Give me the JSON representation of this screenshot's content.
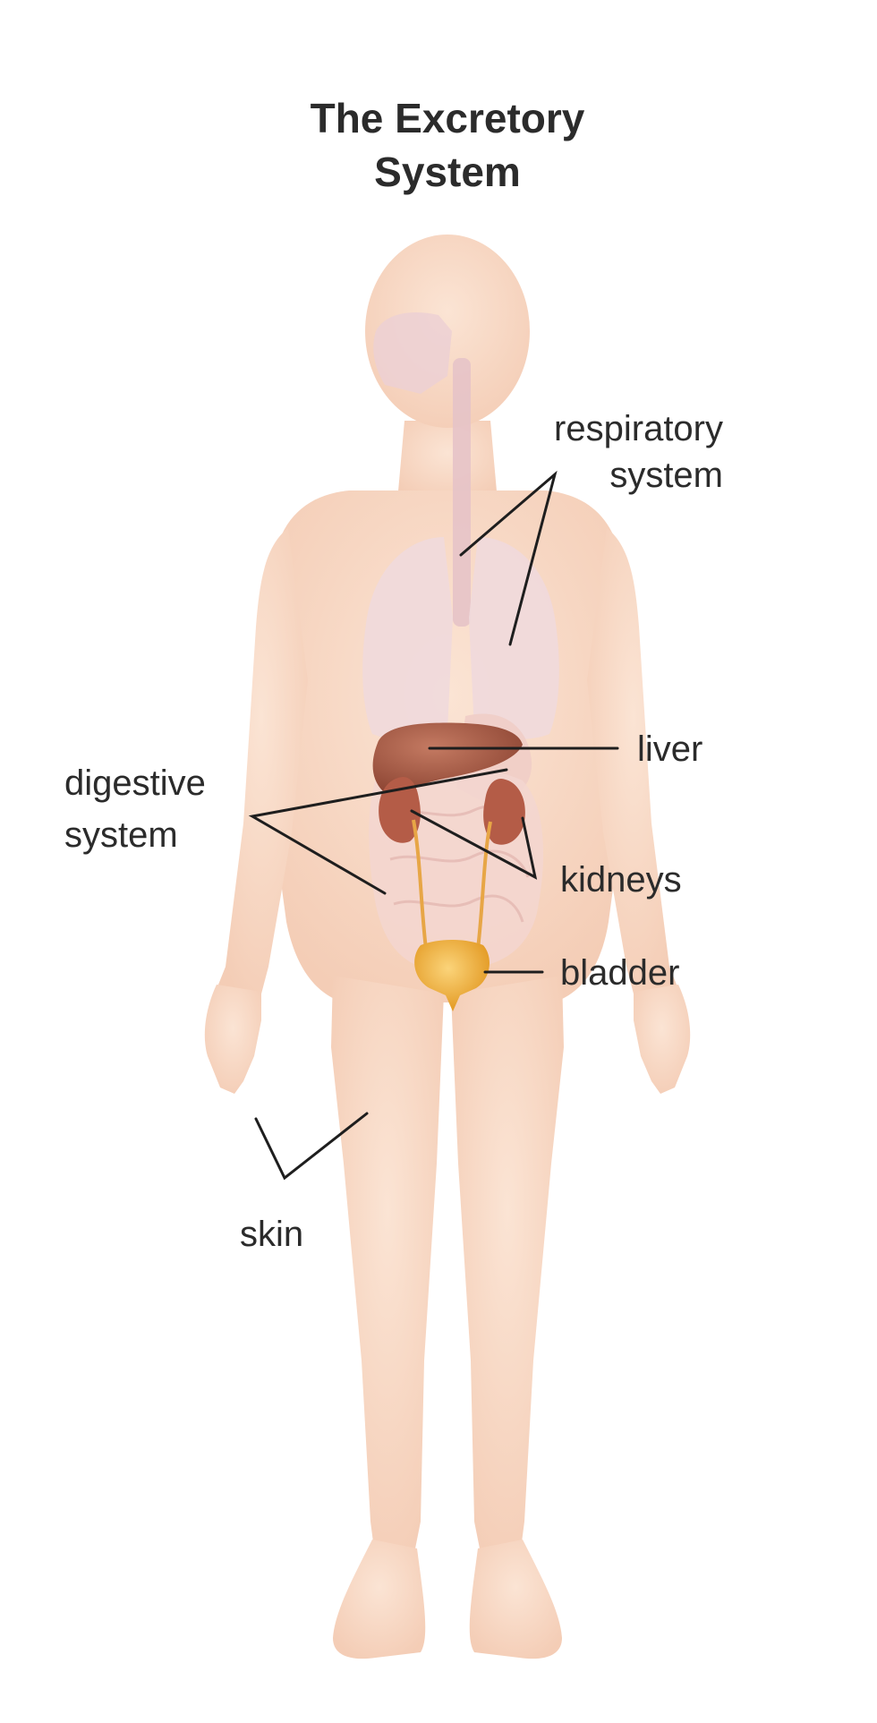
{
  "title": {
    "line1": "The Excretory",
    "line2": "System"
  },
  "labels": {
    "respiratory": {
      "line1": "respiratory",
      "line2": "system"
    },
    "liver": "liver",
    "digestive": {
      "line1": "digestive",
      "line2": "system"
    },
    "kidneys": "kidneys",
    "bladder": "bladder",
    "skin": "skin"
  },
  "colors": {
    "skin": "#f9dcc8",
    "skin_shade": "#f3c9b0",
    "respiratory": "#efd3d6",
    "liver": "#a2553f",
    "kidney": "#b45c47",
    "bladder": "#f2b544",
    "digestive": "#f5d4cf",
    "leader": "#1e1e1e"
  }
}
